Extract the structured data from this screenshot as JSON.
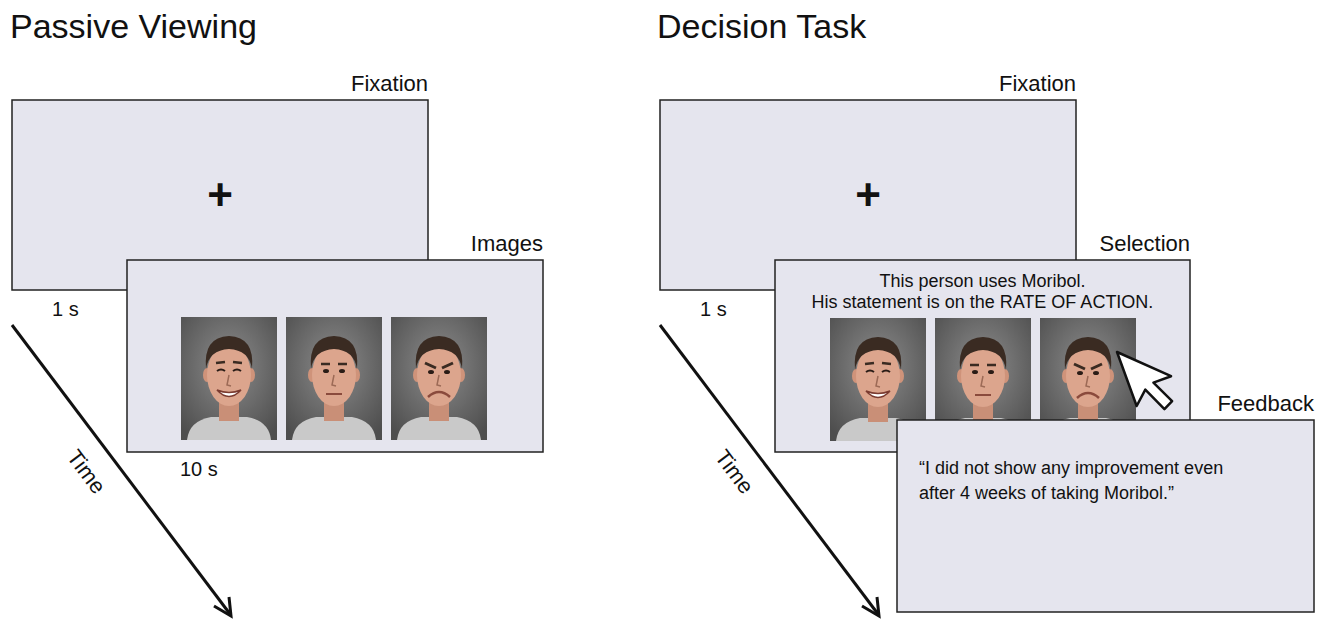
{
  "diagram": {
    "nodes": [
      {
        "text": [
          "Fixation",
          "+"
        ]
      },
      {
        "text": [
          "Images"
        ]
      },
      {
        "text": [
          "Fixation",
          "+"
        ]
      },
      {
        "text": [
          "Selection",
          "This person uses Moribol.",
          "His statement is on the RATE OF ACTION."
        ]
      },
      {
        "text": [
          "Feedback",
          "“I did not show any improvement even after 4 weeks of taking Moribol.”"
        ]
      }
    ],
    "labels": [
      "Passive Viewing",
      "1 s",
      "10 s",
      "Time",
      "Decision Task",
      "1 s",
      "Time"
    ]
  }
}
